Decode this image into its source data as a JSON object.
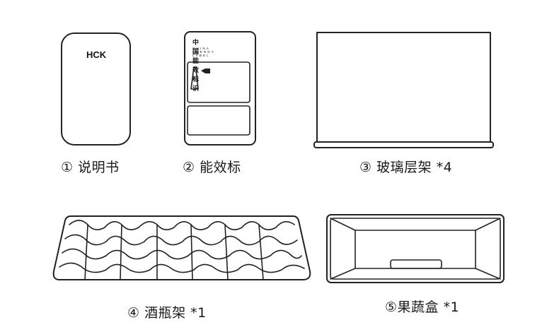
{
  "items": [
    {
      "id": 1,
      "caption": "① 说明书",
      "brand": "HCK"
    },
    {
      "id": 2,
      "caption": "② 能效标",
      "label_title": "中国能效标识",
      "label_subtitle": "CHINA ENERGY LABEL"
    },
    {
      "id": 3,
      "caption": "③ 玻璃层架 *4"
    },
    {
      "id": 4,
      "caption": "④ 酒瓶架 *1"
    },
    {
      "id": 5,
      "caption": "⑤果蔬盒 *1"
    }
  ]
}
